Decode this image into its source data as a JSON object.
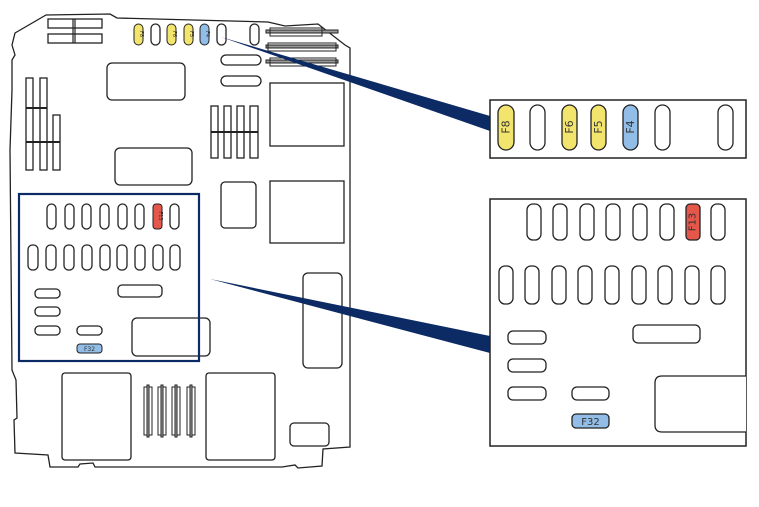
{
  "colors": {
    "yellow": "#f2e46c",
    "blue": "#92bde6",
    "red": "#e5574a",
    "navy": "#0c2a63",
    "outline": "#222222"
  },
  "fuses": {
    "f8": "F8",
    "f6": "F6",
    "f5": "F5",
    "f4": "F4",
    "f13": "F13",
    "f32": "F32"
  }
}
